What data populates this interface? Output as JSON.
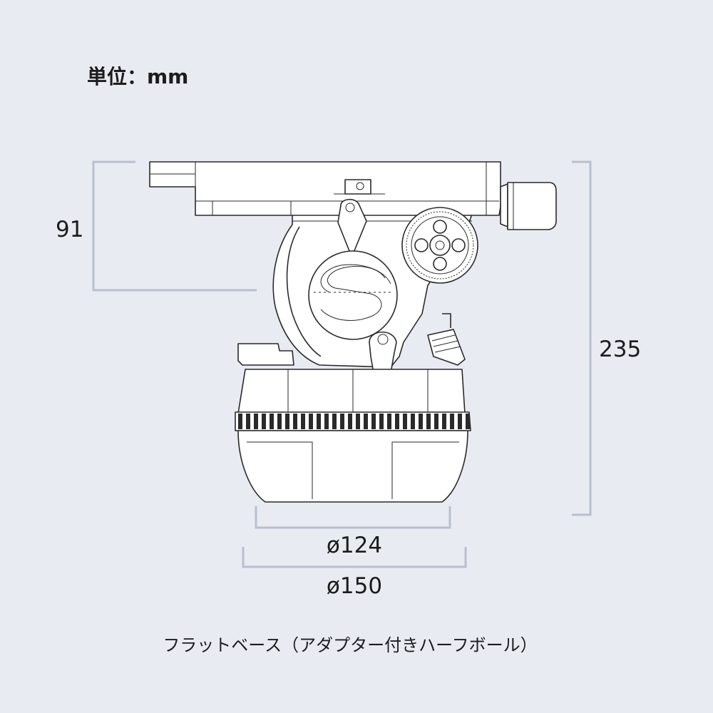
{
  "unit_label": "単位：mm",
  "dimensions": {
    "top_height": "91",
    "total_height": "235",
    "inner_diameter": "ø124",
    "outer_diameter": "ø150"
  },
  "caption": "フラットベース（アダプター付きハーフボール）",
  "colors": {
    "background": "#e9ebf2",
    "dimension_line": "#b8bfcf",
    "drawing_line": "#2a2a2a",
    "text": "#1c1c1c"
  }
}
